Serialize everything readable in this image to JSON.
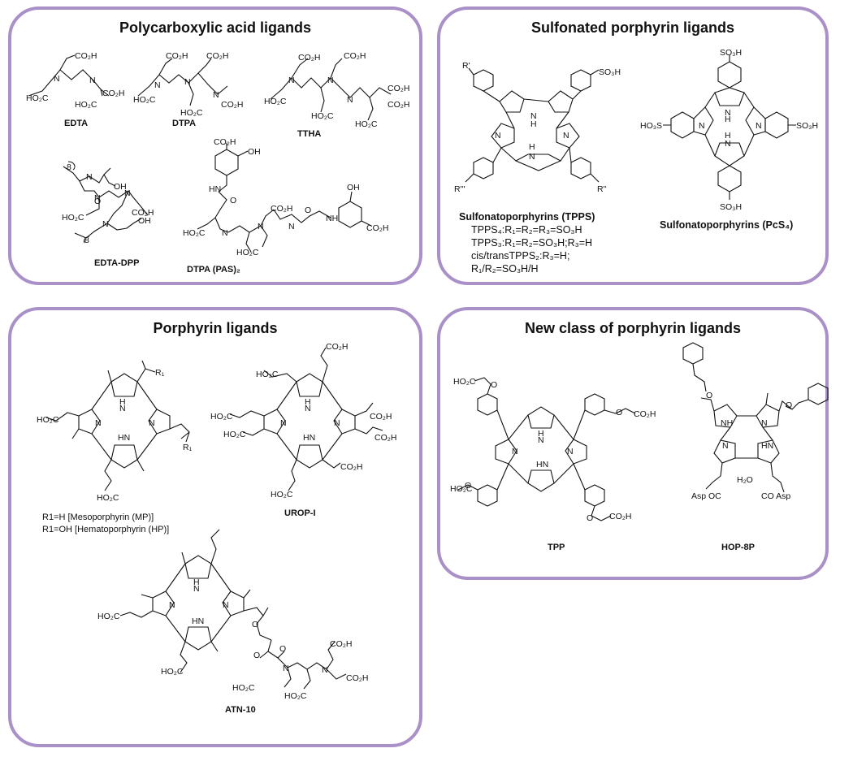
{
  "panels": {
    "polycarboxylic": {
      "title": "Polycarboxylic acid ligands",
      "compounds": [
        "EDTA",
        "DTPA",
        "TTHA",
        "EDTA-DPP",
        "DTPA (PAS)₂"
      ]
    },
    "sulfonated": {
      "title": "Sulfonated porphyrin ligands",
      "compounds": [
        "Sulfonatoporphyrins (TPPS)",
        "Sulfonatoporphyrins (PcS₄)"
      ],
      "tpps_notes": [
        "TPPS₄:R₁=R₂=R₃=SO₃H",
        "TPPS₃:R₁=R₂=SO₃H;R₃=H",
        "cis/transTPPS₂:R₃=H;",
        "R₁/R₂=SO₃H/H"
      ]
    },
    "porphyrin": {
      "title": "Porphyrin ligands",
      "compounds": [
        "UROP-I",
        "ATN-10"
      ],
      "mp_notes": [
        "R1=H [Mesoporphyrin (MP)]",
        "R1=OH [Hematoporphyrin (HP)]"
      ]
    },
    "newclass": {
      "title": "New class of porphyrin ligands",
      "compounds": [
        "TPP",
        "HOP-8P"
      ]
    }
  },
  "chem_labels": {
    "co2h": "CO₂H",
    "ho2c": "HO₂C",
    "n": "N",
    "nh": "NH",
    "hn": "HN",
    "h": "H",
    "oh": "OH",
    "o": "O",
    "so3h": "SO₃H",
    "ho3s": "HO₃S",
    "r1": "R₁",
    "r_prime": "R'",
    "r_dprime": "R''",
    "r_tprime": "R'''",
    "eight": "8",
    "h2o": "H₂O",
    "asp_oc": "Asp OC",
    "co_asp": "CO Asp"
  },
  "colors": {
    "panel_border": "#a991c7",
    "ink": "#111111"
  }
}
